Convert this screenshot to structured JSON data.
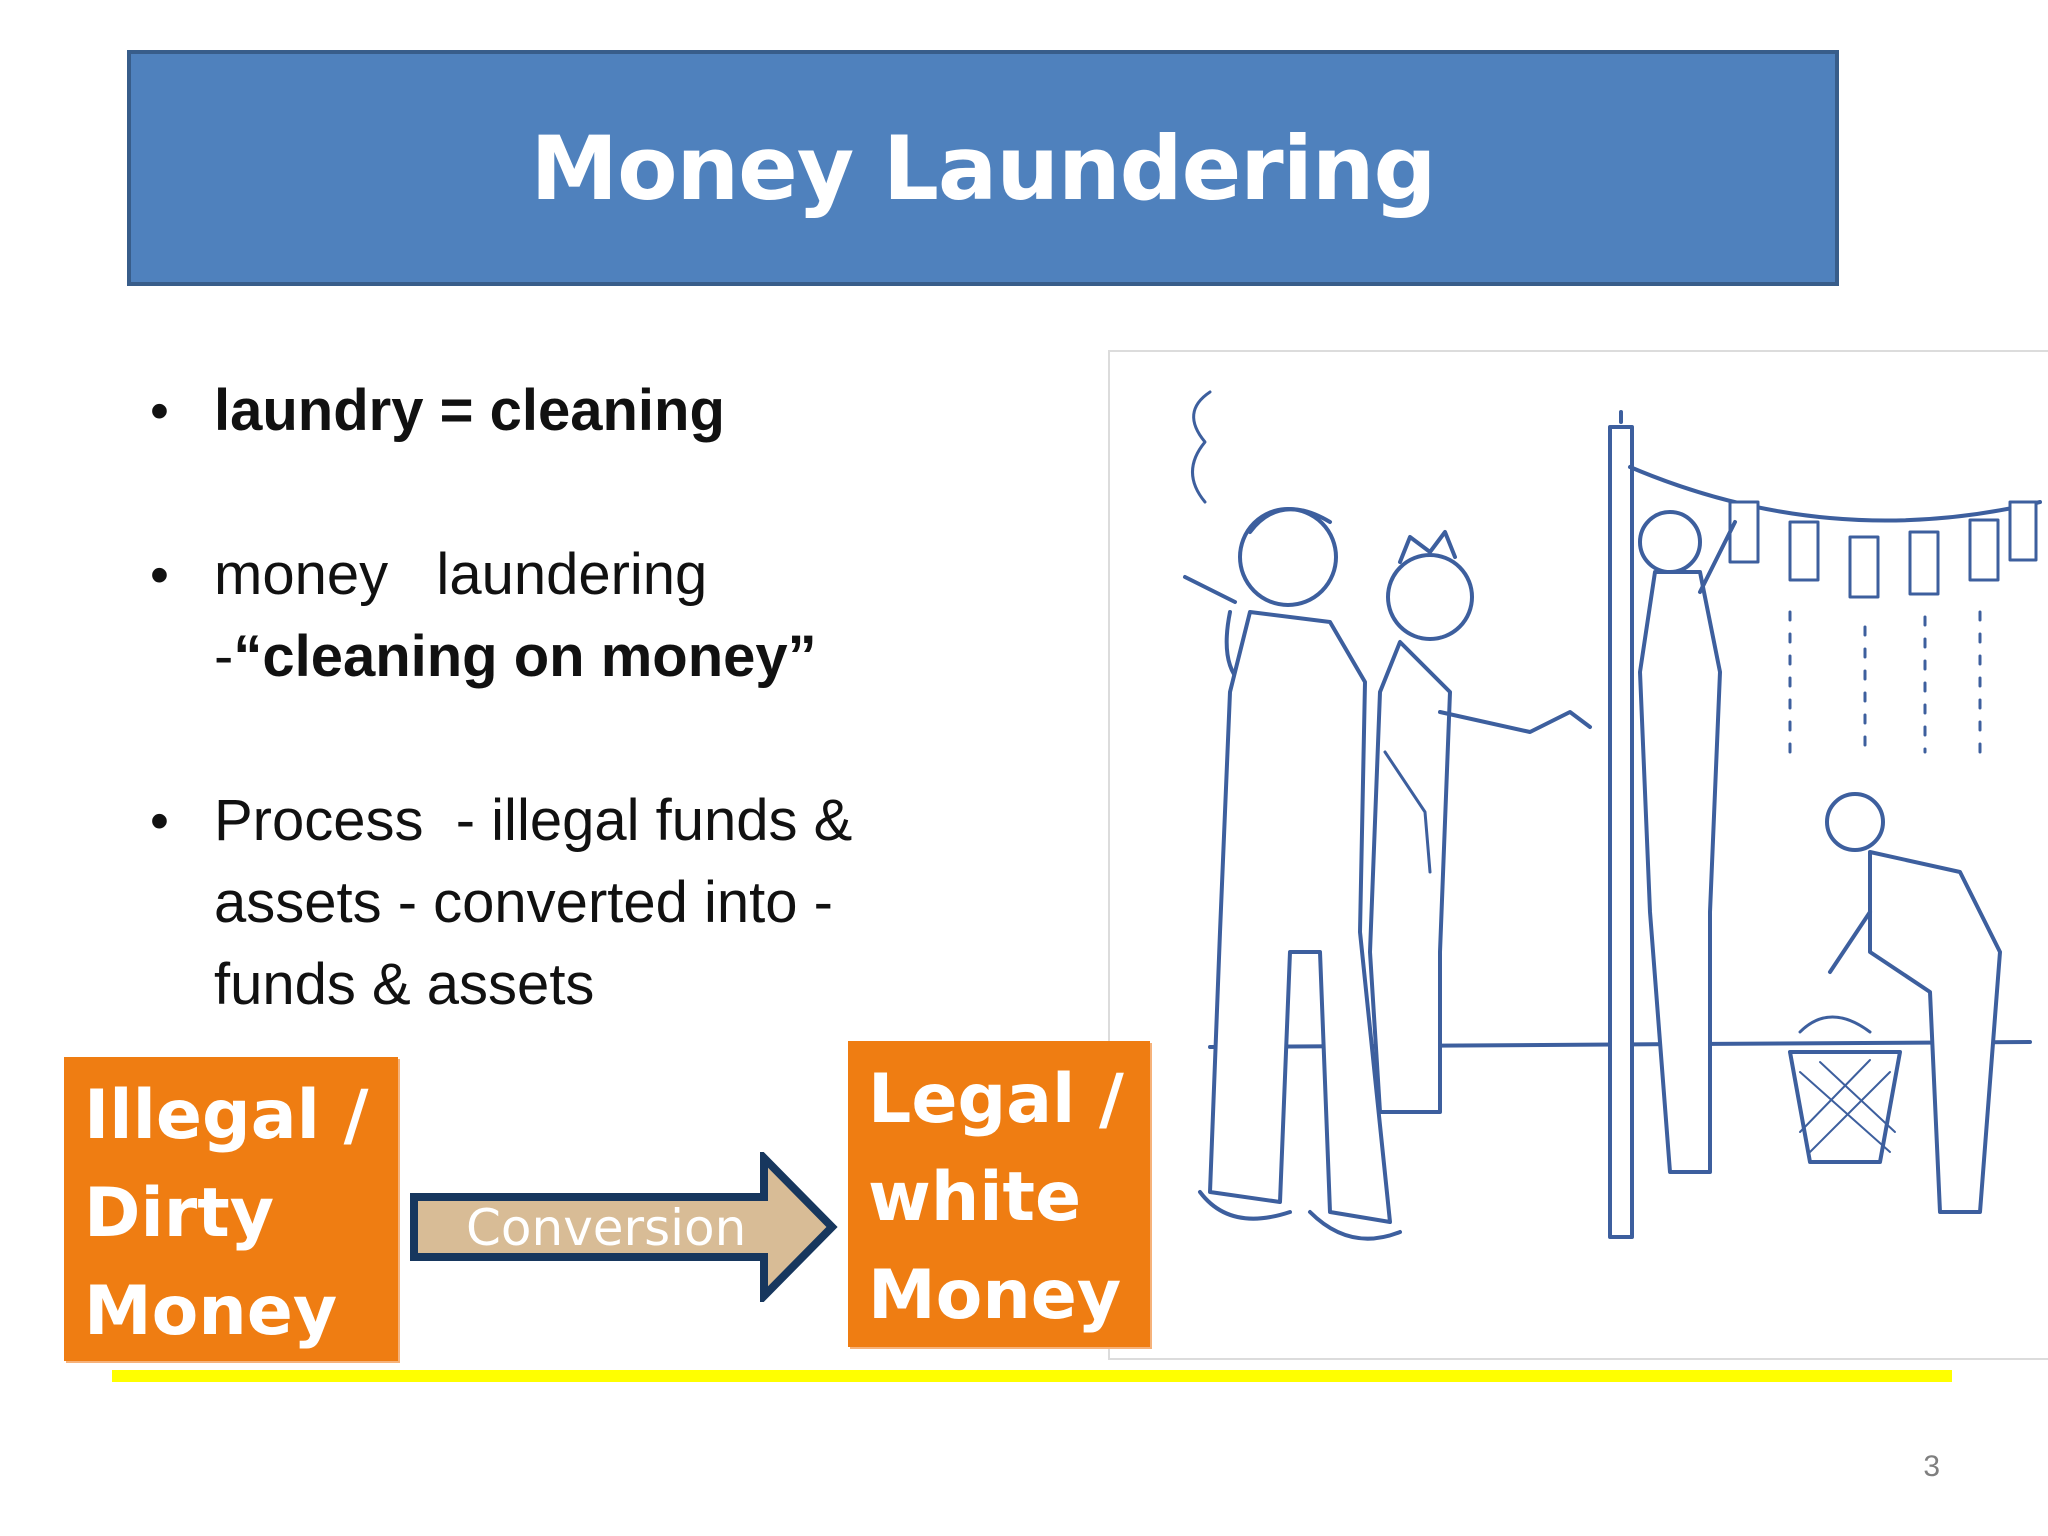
{
  "title": "Money Laundering",
  "bullets": [
    {
      "text": "laundry = cleaning"
    },
    {
      "line1": "money   laundering",
      "line2_prefix": "-",
      "line2_bold": "“cleaning on money”"
    },
    {
      "line1": "Process  - illegal funds &",
      "line2": "assets - converted into -",
      "line3": "funds & assets"
    }
  ],
  "left_box": {
    "line1": "Illegal /",
    "line2": "Dirty",
    "line3": "Money"
  },
  "arrow": {
    "label": "Conversion"
  },
  "right_box": {
    "line1": "Legal /",
    "line2": "white",
    "line3": "Money"
  },
  "page_number": "3",
  "colors": {
    "title_fill": "#4f81bd",
    "title_border": "#385d8a",
    "box_orange": "#ef7d12",
    "arrow_fill": "#d8bc96",
    "arrow_border": "#17375e",
    "underline": "#ffff00",
    "cartoon_ink": "#3d5f9e"
  },
  "icons": [
    "bullet-dot",
    "right-arrow-icon",
    "money-laundering-cartoon"
  ]
}
